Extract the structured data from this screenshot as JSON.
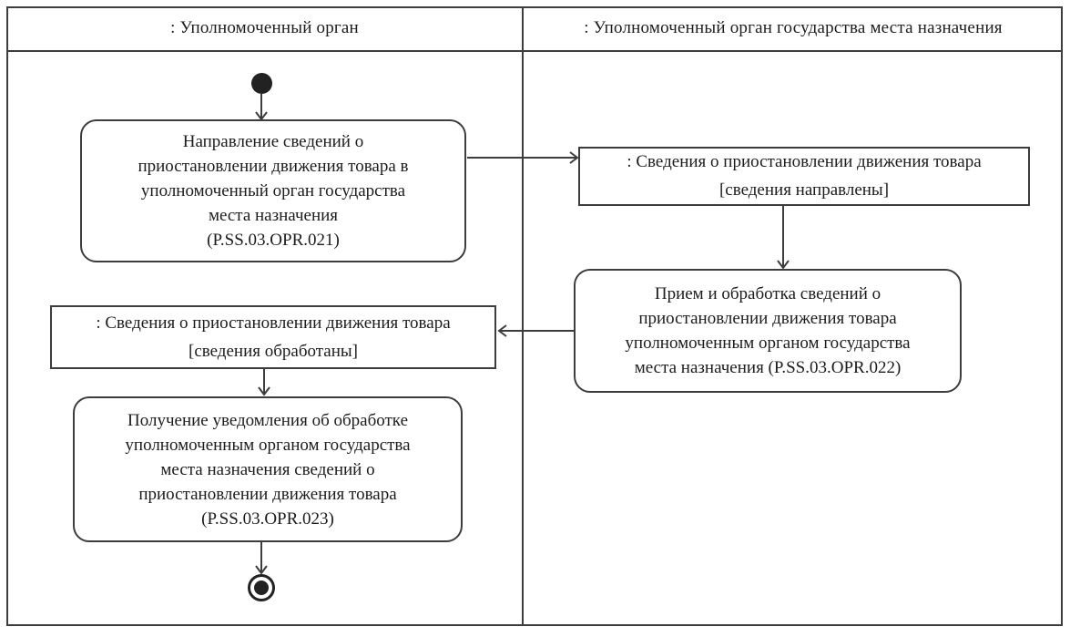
{
  "diagram": {
    "kind": "uml-activity-swimlane",
    "colors": {
      "line": "#3d3d3d",
      "text": "#1c1c1c",
      "background": "#ffffff"
    },
    "lanes": [
      {
        "title": ": Уполномоченный орган"
      },
      {
        "title": ": Уполномоченный орган государства места назначения"
      }
    ],
    "nodes": {
      "initial_node": {
        "icon": "filled-circle"
      },
      "activity_021": {
        "text": "Направление сведений о\nприостановлении движения товара в\nуполномоченный орган государства\nместа назначения\n(P.SS.03.OPR.021)"
      },
      "object_sent": {
        "title": ": Сведения о приостановлении движения товара",
        "state": "[сведения направлены]"
      },
      "activity_022": {
        "text": "Прием и обработка сведений о\nприостановлении движения товара\nуполномоченным органом государства\nместа назначения (P.SS.03.OPR.022)"
      },
      "object_processed": {
        "title": ": Сведения о приостановлении движения товара",
        "state": "[сведения обработаны]"
      },
      "activity_023": {
        "text": "Получение уведомления об обработке\nуполномоченным органом государства\nместа назначения сведений о\nприостановлении движения товара\n(P.SS.03.OPR.023)"
      },
      "final_node": {
        "icon": "bullseye-circle"
      }
    }
  }
}
